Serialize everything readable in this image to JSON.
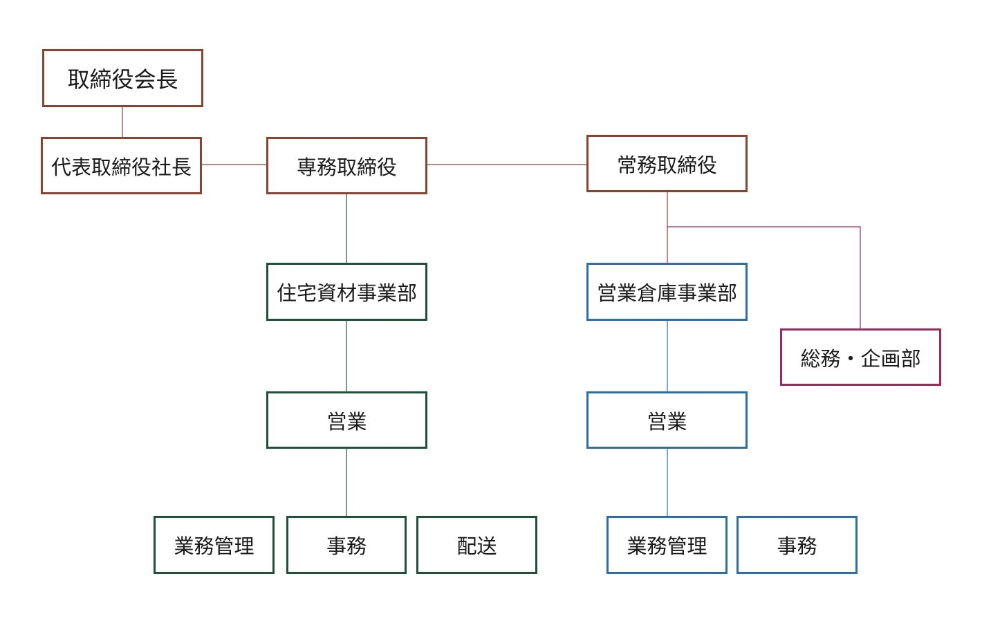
{
  "colors": {
    "executive": "#8b4331",
    "housing_division": "#1f5138",
    "warehouse_division": "#2c6fa8",
    "general_affairs": "#9c2a5c"
  },
  "org": {
    "chairman": "取締役会長",
    "president": "代表取締役社長",
    "senior_director": "専務取締役",
    "managing_director": "常務取締役",
    "housing_division": "住宅資材事業部",
    "warehouse_division": "営業倉庫事業部",
    "general_affairs": "総務・企画部",
    "housing_sales": "営業",
    "warehouse_sales": "営業",
    "housing_ops_mgmt": "業務管理",
    "housing_office": "事務",
    "housing_delivery": "配送",
    "warehouse_ops_mgmt": "業務管理",
    "warehouse_office": "事務"
  }
}
